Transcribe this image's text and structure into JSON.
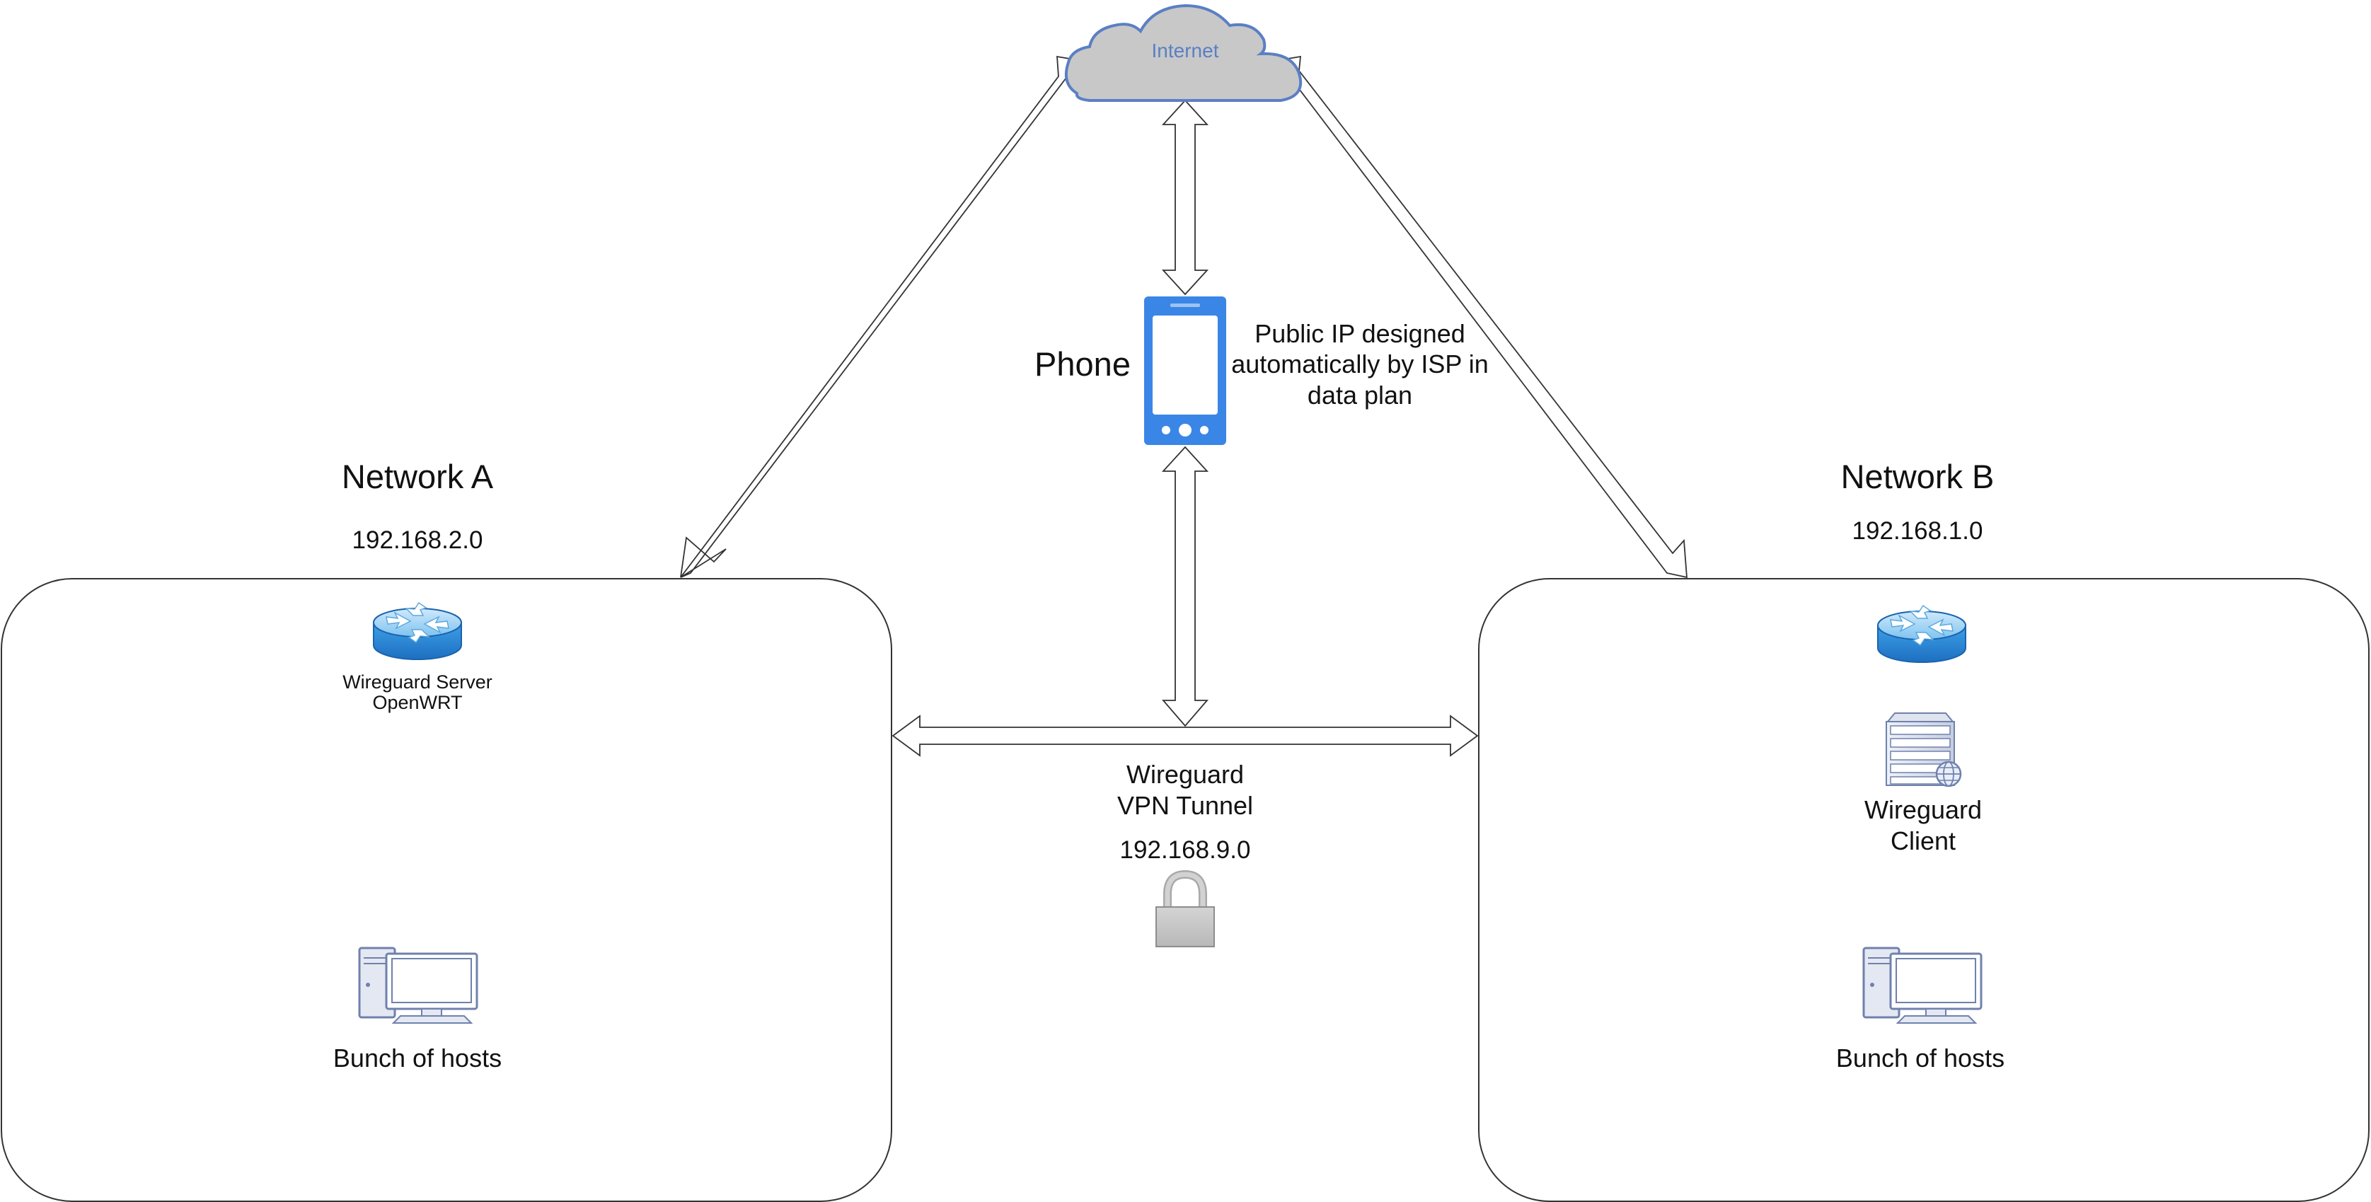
{
  "cloud": {
    "label": "Internet"
  },
  "phone": {
    "label": "Phone",
    "note": [
      "Public IP designed",
      "automatically by ISP in",
      "data plan"
    ]
  },
  "network_a": {
    "title": "Network A",
    "subnet": "192.168.2.0",
    "router_label": [
      "Wireguard Server",
      "OpenWRT"
    ],
    "hosts_label": "Bunch of hosts"
  },
  "network_b": {
    "title": "Network B",
    "subnet": "192.168.1.0",
    "client_label": [
      "Wireguard",
      "Client"
    ],
    "hosts_label": "Bunch of hosts"
  },
  "tunnel": {
    "label": [
      "Wireguard",
      "VPN Tunnel"
    ],
    "subnet": "192.168.9.0"
  },
  "colors": {
    "cloud_fill": "#c8c8c8",
    "cloud_stroke": "#5b7fc4",
    "phone_blue": "#3a86e6",
    "router_blue": "#2f8fd8",
    "icon_outline": "#6f81ad",
    "lock_gray": "#c4c4c4"
  },
  "icons": [
    "cloud-icon",
    "phone-icon",
    "router-icon",
    "server-icon",
    "desktop-pc-icon",
    "lock-icon"
  ]
}
